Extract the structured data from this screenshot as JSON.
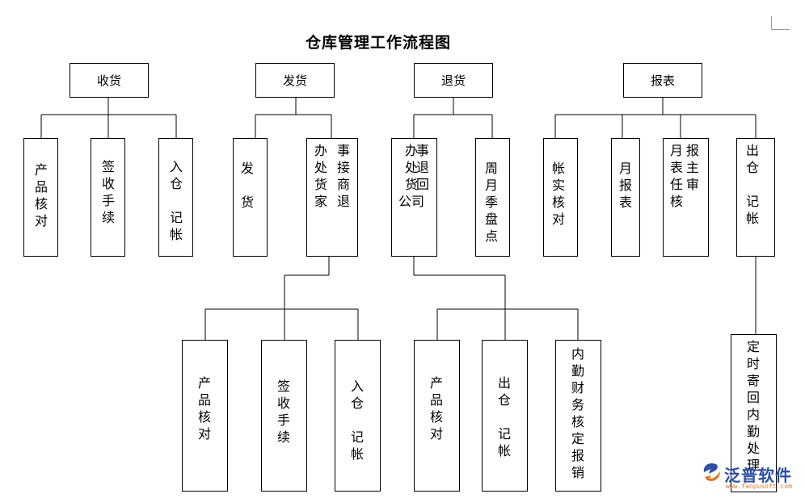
{
  "title": "仓库管理工作流程图",
  "top": {
    "shouhuo": "收货",
    "fahuo": "发货",
    "tuihuo": "退货",
    "baobiao": "报表"
  },
  "shouhuo_children": {
    "product_check": "产\n品\n核\n对",
    "sign_receipt": "签\n收\n手\n续",
    "in_stock": "入\n仓\n\n记\n帐"
  },
  "fahuo_children": {
    "ship": "发\n\n货",
    "office_col1": "办\n处\n货\n家",
    "office_col2": "事\n接\n商\n退"
  },
  "tuihuo_children": {
    "office_col1": "办\n处\n货\n公司",
    "office_col2": "事\n退\n回",
    "periodic_count": "周\n月\n季\n盘\n点"
  },
  "baobiao_children": {
    "account_check": "帐\n实\n核\n对",
    "monthly_report": "月\n报\n表",
    "monthly_col1": "月\n表\n任\n核",
    "monthly_col2": "报\n主\n审",
    "out_stock": "出\n仓\n\n记\n帐"
  },
  "level3_fahuo": {
    "product_check": "产\n品\n核\n对",
    "sign_receipt": "签\n收\n手\n续",
    "in_stock": "入\n仓\n\n记\n帐"
  },
  "level3_tuihuo": {
    "product_check": "产\n品\n核\n对",
    "out_stock": "出\n仓\n\n记\n帐",
    "finance": "内\n勤\n财\n务\n核\n定\n报\n销"
  },
  "level3_baobiao": {
    "periodic_return": "定\n时\n寄\n回\n内\n勤\n处\n理"
  },
  "logo": {
    "name": "泛普软件",
    "url": "www.fanpusoft.com"
  }
}
